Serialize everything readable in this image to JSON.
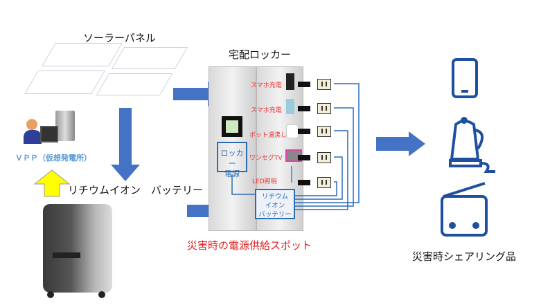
{
  "labels": {
    "solar_panel": "ソーラーパネル",
    "delivery_locker": "宅配ロッカー",
    "vpp": "ＶＰＰ（仮想発電所）",
    "lithium_battery": "リチウムイオン　バッテリー",
    "locker_power": [
      "ロッカー",
      "電源"
    ],
    "locker_battery": [
      "リチウム",
      "イオン",
      "バッテリー"
    ],
    "disaster_spot": "災害時の電源供給スポット",
    "disaster_items": "災害時シェアリング品"
  },
  "locker_slots": [
    "スマホ充電",
    "スマホ充電",
    "ポット湯沸し",
    "ワンセグTV",
    "LED照明"
  ],
  "colors": {
    "arrow": "#4472c4",
    "line": "#2a6db5",
    "red": "#e02020",
    "yellow": "#ffff00"
  }
}
